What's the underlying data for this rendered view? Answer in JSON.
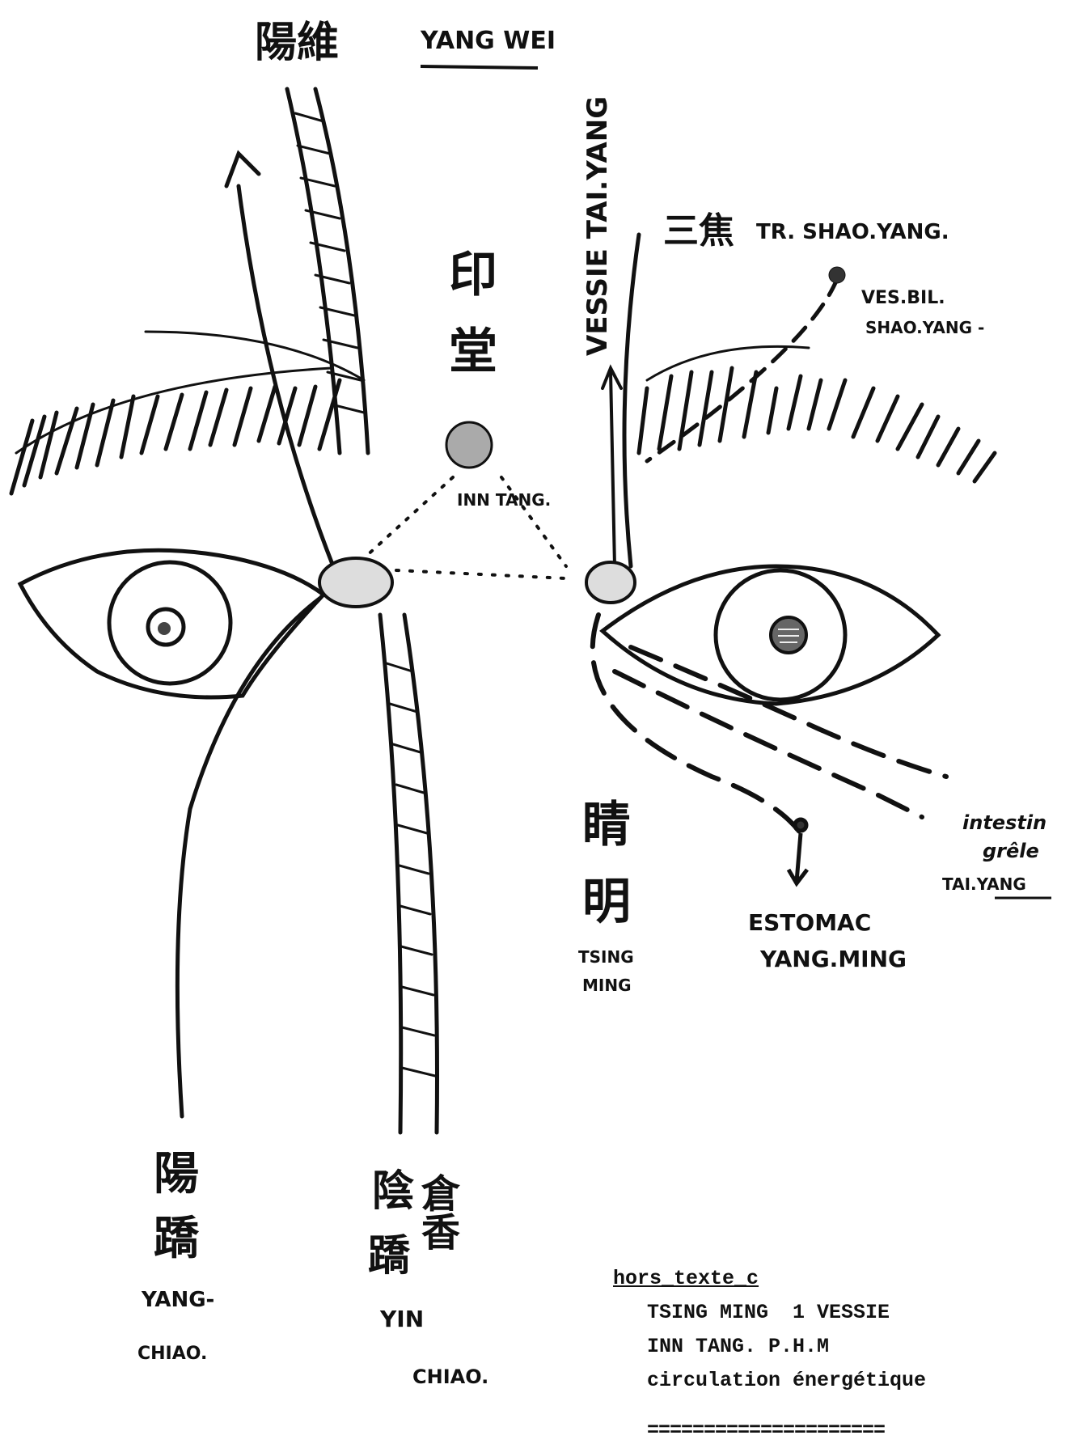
{
  "labels": {
    "yang_wei_cjk": "陽維",
    "yang_wei": "YANG WEI",
    "vessie_tai_yang": "VESSIE TAI.YANG",
    "inn_tang_cjk_1": "印",
    "inn_tang_cjk_2": "堂",
    "inn_tang": "INN TANG.",
    "san_jiao_cjk": "三焦",
    "tr_shao_yang": "TR. SHAO.YANG.",
    "ves_bil_1": "VES.BIL.",
    "ves_bil_2": "SHAO.YANG -",
    "tsing_ming_cjk_1": "睛",
    "tsing_ming_cjk_2": "明",
    "tsing_ming_1": "TSING",
    "tsing_ming_2": "MING",
    "estomac_1": "ESTOMAC",
    "estomac_2": "YANG.MING",
    "intestin_1": "intestin",
    "intestin_2": "grêle",
    "intestin_3": "TAI.YANG",
    "yang_chiao_cjk_1": "陽",
    "yang_chiao_cjk_2": "蹻",
    "yang_chiao_1": "YANG-",
    "yang_chiao_2": "CHIAO.",
    "yin_chiao_cjk_1": "陰",
    "yin_chiao_cjk_2": "蹻",
    "yin_chiao_1": "YIN",
    "yin_chiao_2": "CHIAO.",
    "cang_cjk": "倉香"
  },
  "caption": {
    "ref": "hors_texte_c",
    "line1": "TSING MING  1 VESSIE",
    "line2": "INN TANG. P.H.M",
    "line3": "circulation énergétique",
    "rule": "====================="
  }
}
